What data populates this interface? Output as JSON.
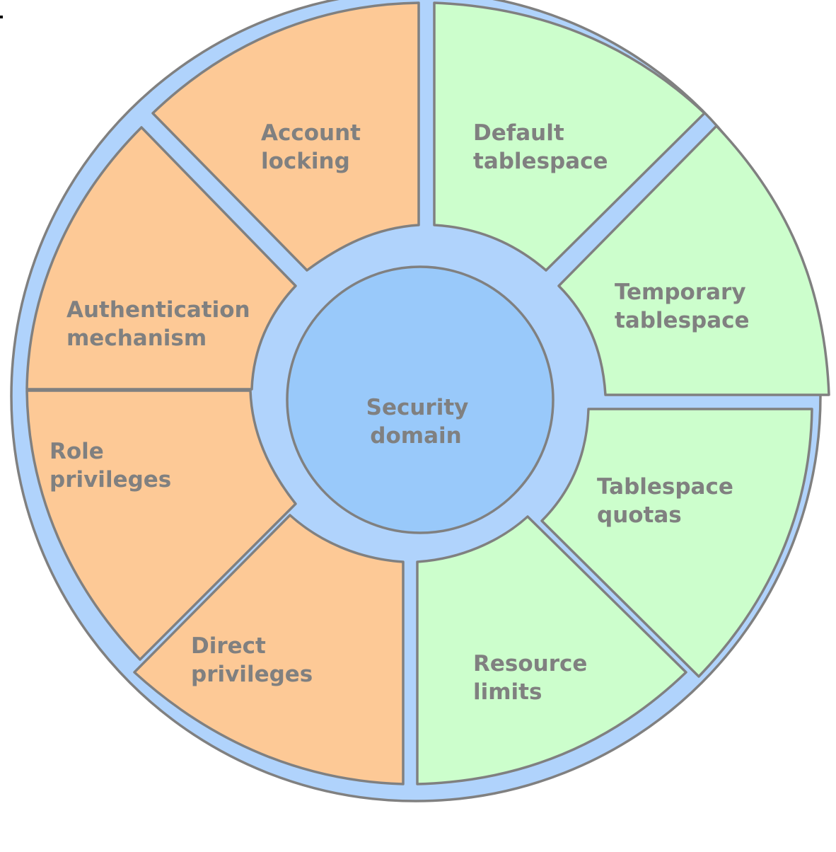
{
  "diagram": {
    "center": {
      "line1": "Security",
      "line2": "domain"
    },
    "segments": [
      {
        "id": "account-locking",
        "line1": "Account",
        "line2": "locking",
        "color": "#fdc996"
      },
      {
        "id": "authentication-mechanism",
        "line1": "Authentication",
        "line2": "mechanism",
        "color": "#fdc996"
      },
      {
        "id": "role-privileges",
        "line1": "Role",
        "line2": "privileges",
        "color": "#fdc996"
      },
      {
        "id": "direct-privileges",
        "line1": "Direct",
        "line2": "privileges",
        "color": "#fdc996"
      },
      {
        "id": "default-tablespace",
        "line1": "Default",
        "line2": "tablespace",
        "color": "#ccfecc"
      },
      {
        "id": "temporary-tablespace",
        "line1": "Temporary",
        "line2": "tablespace",
        "color": "#ccfecc"
      },
      {
        "id": "tablespace-quotas",
        "line1": "Tablespace",
        "line2": "quotas",
        "color": "#ccfecc"
      },
      {
        "id": "resource-limits",
        "line1": "Resource",
        "line2": "limits",
        "color": "#ccfecc"
      }
    ],
    "colors": {
      "outer_ring": "#b0d3fc",
      "hub": "#99c9fa",
      "outline": "#808080",
      "text": "#808080"
    }
  }
}
